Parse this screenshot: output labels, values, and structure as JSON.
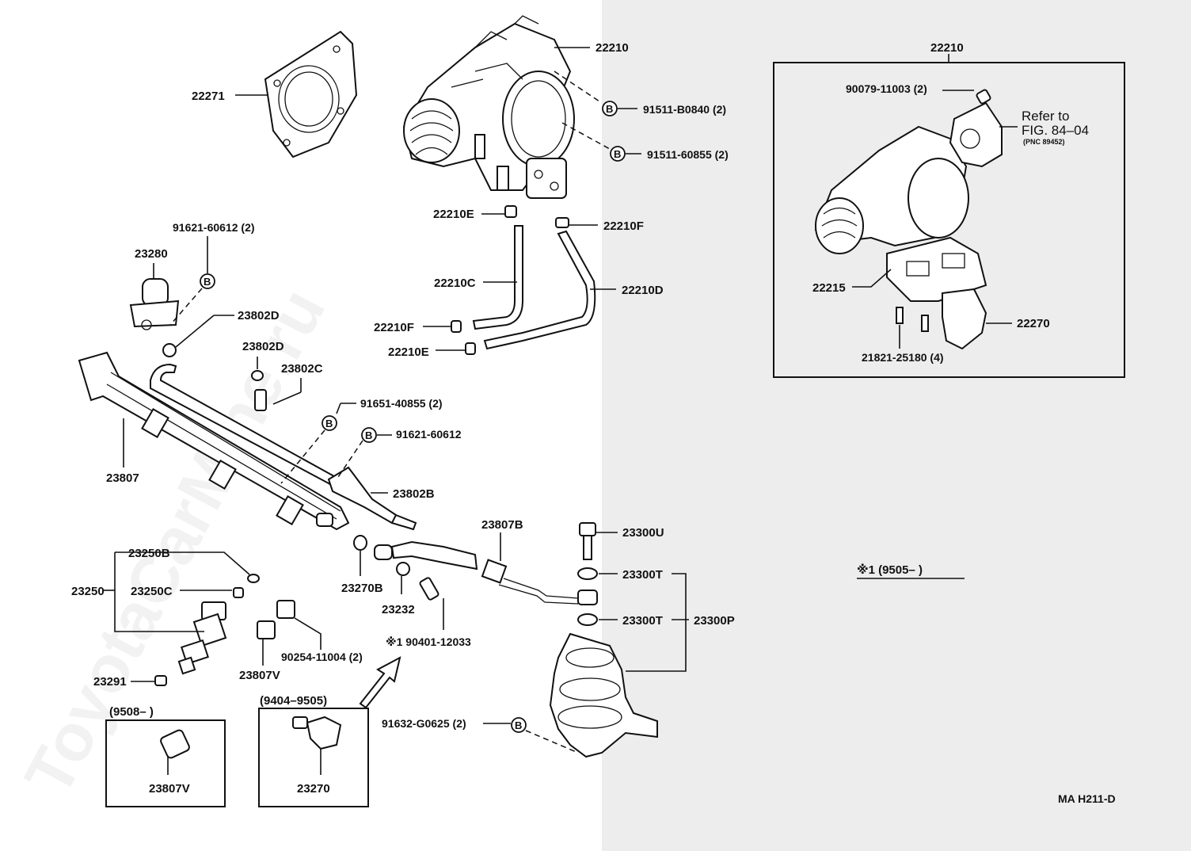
{
  "watermark": "ToyotaCarMine.ru",
  "symbol_b": "B",
  "main": {
    "labels": {
      "p22210": "22210",
      "p22271": "22271",
      "p91511_b0840": "91511-B0840 (2)",
      "p91511_60855": "91511-60855 (2)",
      "p22210e_a": "22210E",
      "p22210f_a": "22210F",
      "p91621_60612_2": "91621-60612 (2)",
      "p23280": "23280",
      "p22210c": "22210C",
      "p22210d": "22210D",
      "p23802d_a": "23802D",
      "p22210f_b": "22210F",
      "p22210e_b": "22210E",
      "p23802d_b": "23802D",
      "p23802c": "23802C",
      "p91651_40855": "91651-40855 (2)",
      "p91621_60612": "91621-60612",
      "p23807": "23807",
      "p23802b": "23802B",
      "p23807b": "23807B",
      "p23300u": "23300U",
      "p23300t_a": "23300T",
      "p23300t_b": "23300T",
      "p23300p": "23300P",
      "p23250b": "23250B",
      "p23250": "23250",
      "p23250c": "23250C",
      "p23270b": "23270B",
      "p23232": "23232",
      "p90401_12033": "※1 90401-12033",
      "p90254_11004": "90254-11004 (2)",
      "p23291": "23291",
      "p23807v": "23807V",
      "p91632_g0625": "91632-G0625 (2)",
      "date_9404_9505": "(9404–9505)",
      "date_9508": "(9508–       )",
      "p23807v_box": "23807V",
      "p23270_box": "23270"
    }
  },
  "inset": {
    "title": "22210",
    "labels": {
      "p90079_11003": "90079-11003 (2)",
      "refer_to": "Refer to",
      "fig_ref": "FIG. 84–04",
      "pnc_ref": "(PNC 89452)",
      "p22215": "22215",
      "p22270": "22270",
      "p21821_25180": "21821-25180 (4)"
    }
  },
  "note": "※1 (9505–        )",
  "page_code": "MA H211-D"
}
